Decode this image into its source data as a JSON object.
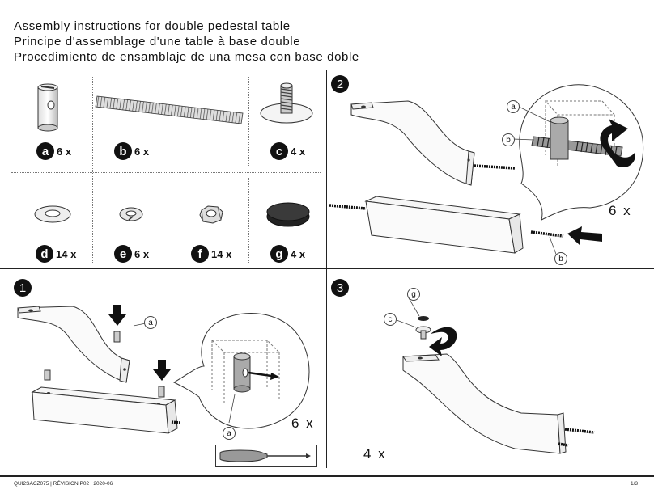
{
  "header": {
    "title_en": "Assembly instructions for double pedestal table",
    "title_fr": "Principe d'assemblage d'une table à base double",
    "title_es": "Procedimiento de ensamblaje de una mesa con base doble"
  },
  "parts": [
    {
      "letter": "a",
      "qty": "6 x"
    },
    {
      "letter": "b",
      "qty": "6 x"
    },
    {
      "letter": "c",
      "qty": "4 x"
    },
    {
      "letter": "d",
      "qty": "14 x"
    },
    {
      "letter": "e",
      "qty": "6 x"
    },
    {
      "letter": "f",
      "qty": "14 x"
    },
    {
      "letter": "g",
      "qty": "4 x"
    }
  ],
  "steps": {
    "step1": {
      "number": "1",
      "callout_a1": "a",
      "callout_a2": "a",
      "multiplier": "6 x"
    },
    "step2": {
      "number": "2",
      "callout_a": "a",
      "callout_b1": "b",
      "callout_b2": "b",
      "multiplier": "6 x"
    },
    "step3": {
      "number": "3",
      "callout_g": "g",
      "callout_c": "c",
      "multiplier": "4 x"
    }
  },
  "footer": {
    "doc_info": "QUI2SACZ075  |  RÉVISION P02  |  2020-06",
    "page": "1/3"
  }
}
